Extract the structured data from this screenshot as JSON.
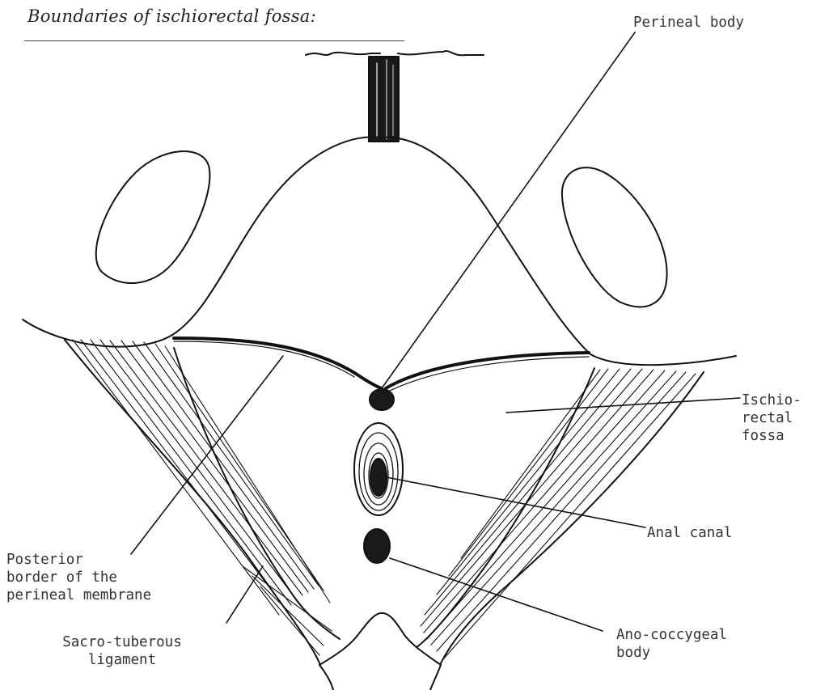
{
  "title": "Boundaries of ischiorectal fossa:",
  "labels": {
    "perineal_body": "Perineal body",
    "ischiorectal_fossa": [
      "Ischio-",
      "rectal",
      "fossa"
    ],
    "anal_canal": "Anal canal",
    "posterior_border": [
      "Posterior",
      "border of the",
      "perineal membrane"
    ],
    "sacro_tuberous": [
      "Sacro-tuberous",
      "ligament"
    ],
    "ano_coccygeal": [
      "Ano-coccygeal",
      "body"
    ]
  }
}
